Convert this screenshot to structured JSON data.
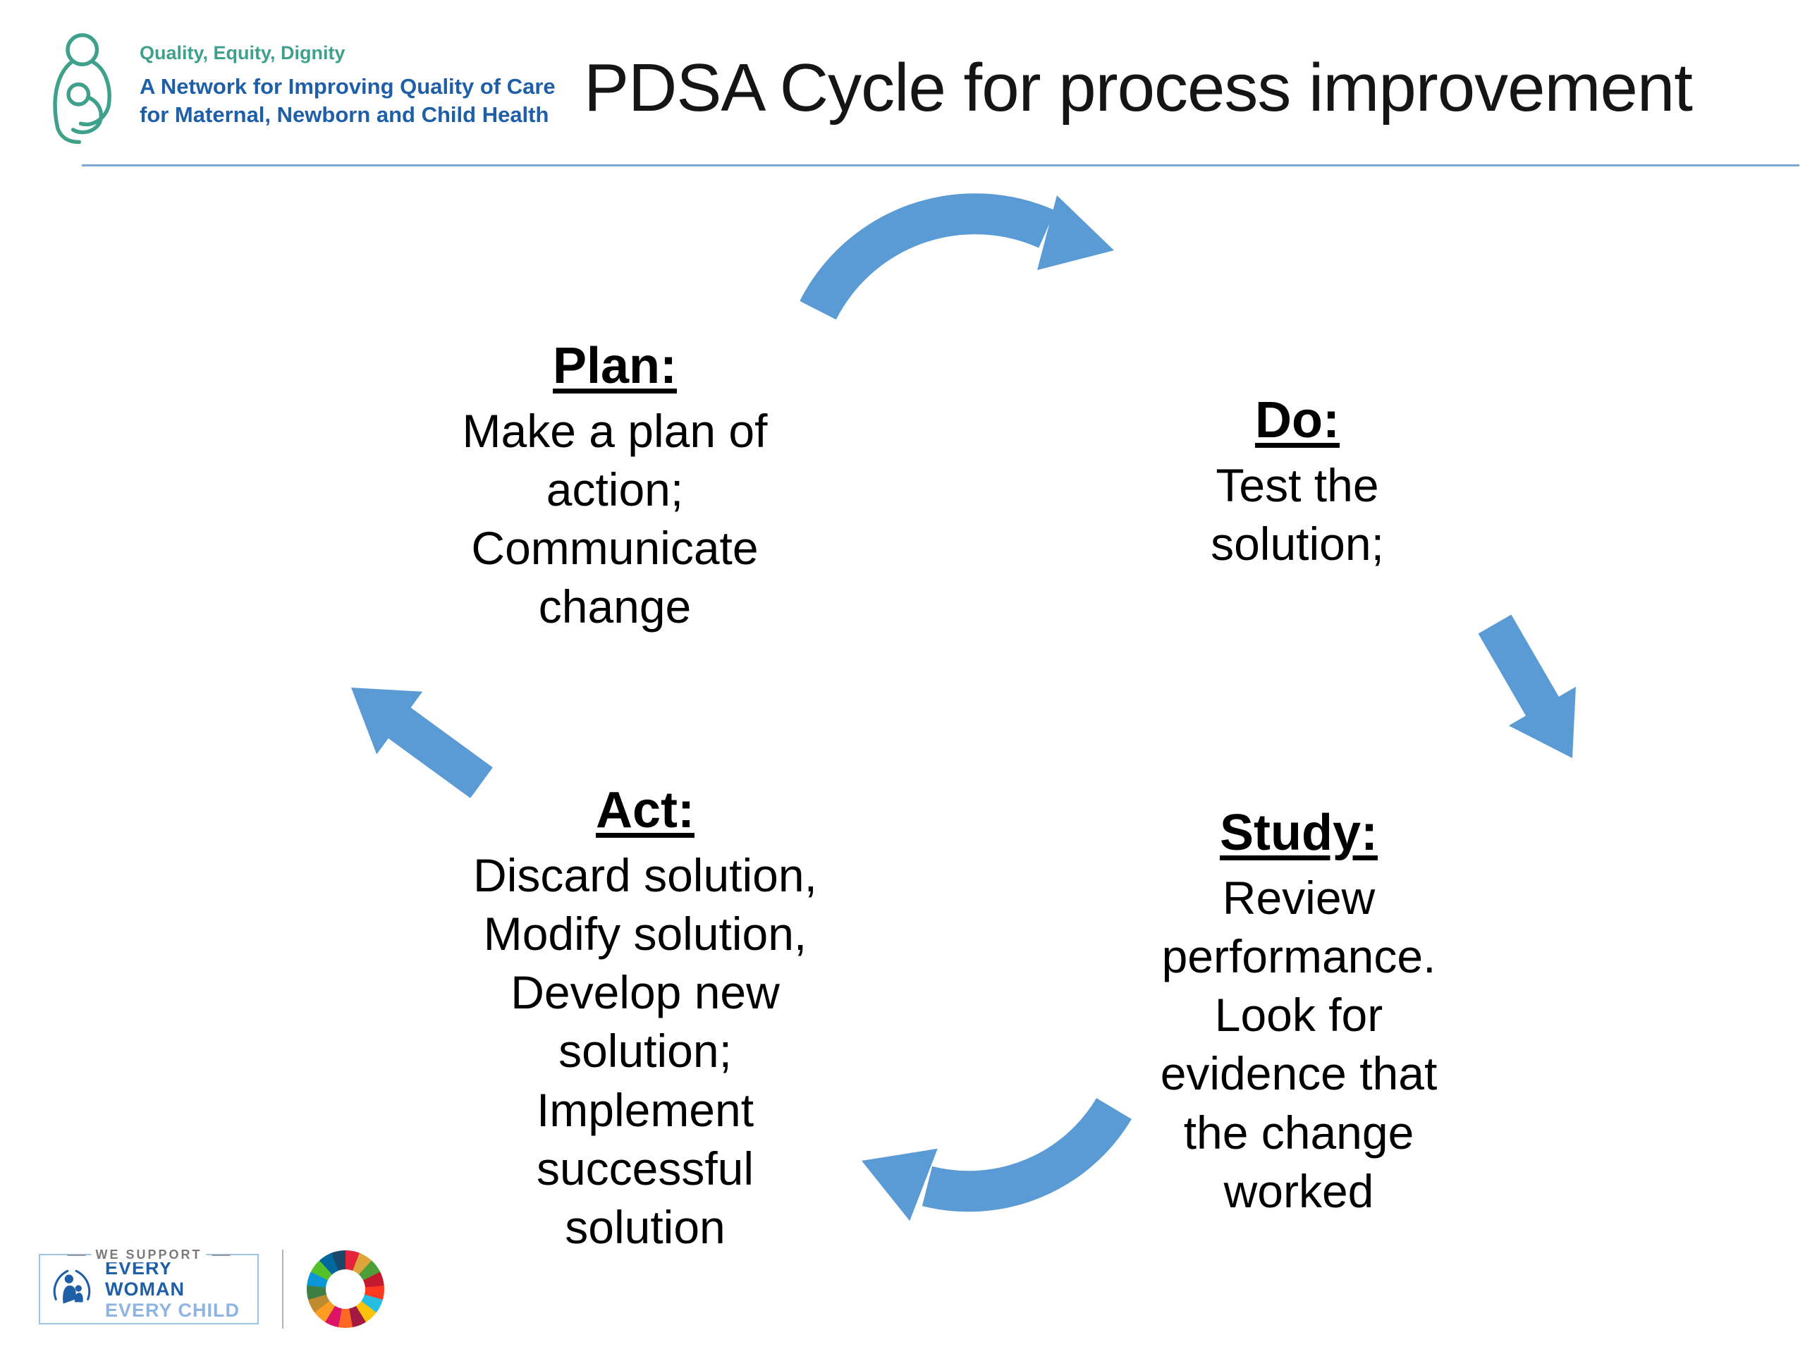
{
  "header": {
    "logo": {
      "tagline": "Quality, Equity, Dignity",
      "network_line1": "A Network for Improving Quality of Care",
      "network_line2": "for Maternal, Newborn and Child Health"
    },
    "title": "PDSA Cycle for process improvement"
  },
  "cycle": {
    "plan": {
      "heading": "Plan:",
      "body": "Make a plan of\naction;\nCommunicate\nchange"
    },
    "do": {
      "heading": "Do:",
      "body": "Test the\nsolution;"
    },
    "study": {
      "heading": "Study:",
      "body": "Review\nperformance.\nLook for\nevidence that\nthe change\nworked"
    },
    "act": {
      "heading": "Act:",
      "body": "Discard solution,\nModify solution,\nDevelop new\nsolution;\nImplement\nsuccessful\nsolution"
    }
  },
  "footer": {
    "we_support_label": "WE  SUPPORT",
    "every_woman": "EVERY WOMAN",
    "every_child": "EVERY CHILD"
  },
  "colors": {
    "arrow": "#5B9BD5",
    "teal": "#3FA08C",
    "brand_blue": "#1F5FA8",
    "light_blue": "#8DB4E2",
    "sdg_wheel": [
      "#E5243B",
      "#DDA63A",
      "#4C9F38",
      "#C5192D",
      "#FF3A21",
      "#26BDE2",
      "#FCC30B",
      "#A21942",
      "#FD6925",
      "#DD1367",
      "#FD9D24",
      "#BF8B2E",
      "#3F7E44",
      "#0A97D9",
      "#56C02B",
      "#00689D",
      "#19486A"
    ]
  }
}
